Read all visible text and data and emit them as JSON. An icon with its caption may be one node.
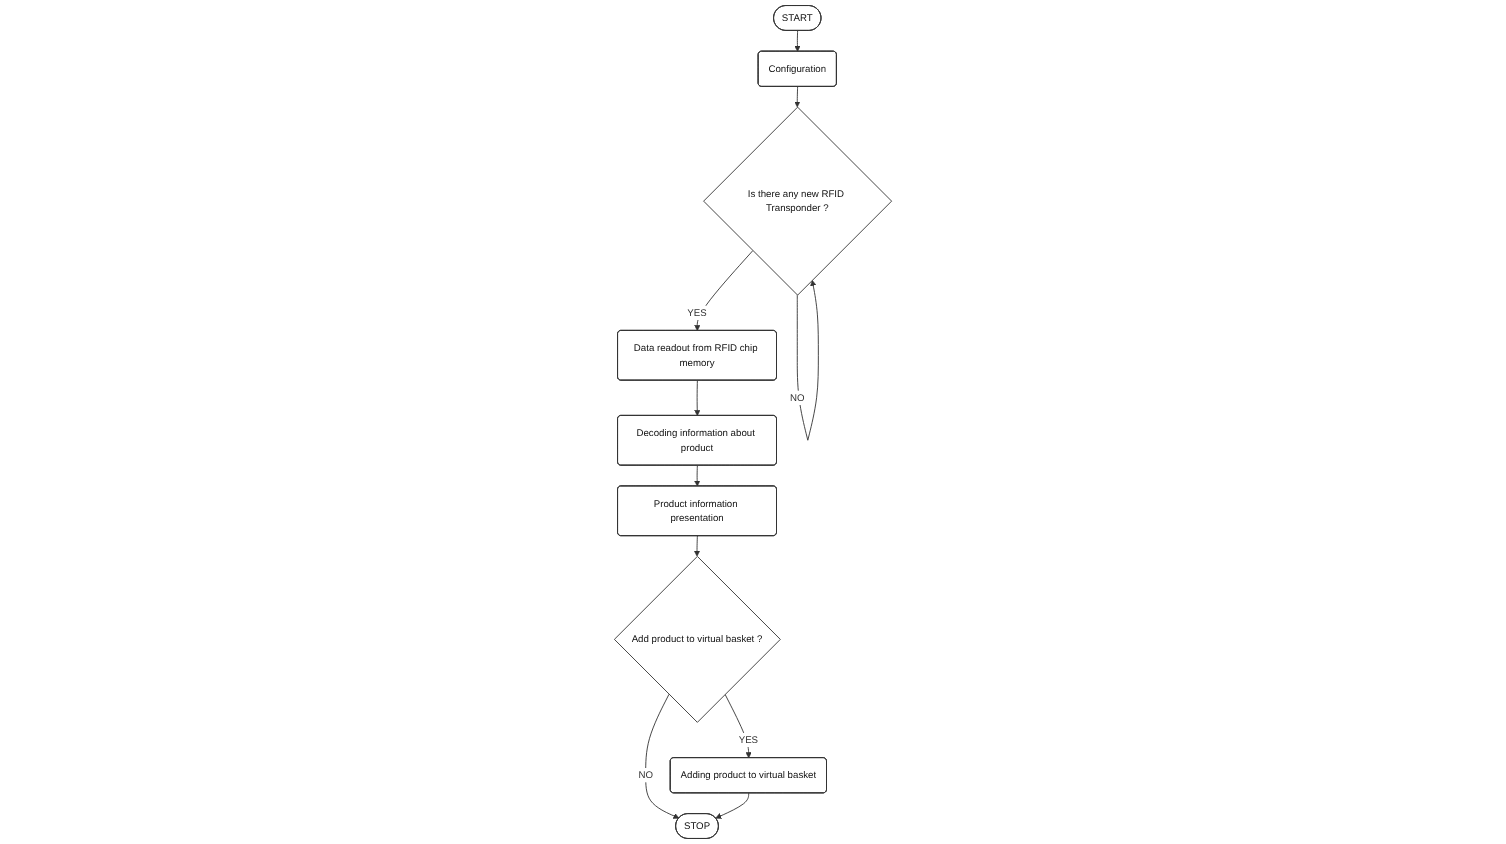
{
  "diagram": {
    "nodes": [
      {
        "text": [
          "START"
        ]
      },
      {
        "text": [
          "Configuration"
        ]
      },
      {
        "text": [
          "Is there any new RFID Transponder ?"
        ]
      },
      {
        "text": [
          "Data readout from RFID chip memory"
        ]
      },
      {
        "text": [
          "Decoding information about product"
        ]
      },
      {
        "text": [
          "Product information presentation"
        ]
      },
      {
        "text": [
          "Add product to virtual basket ?"
        ]
      },
      {
        "text": [
          "Adding product to virtual basket"
        ]
      },
      {
        "text": [
          "STOP"
        ]
      }
    ],
    "edges": [
      {
        "from": 0,
        "to": 1,
        "arrow": "to"
      },
      {
        "from": 1,
        "to": 2,
        "arrow": "to"
      },
      {
        "from": 2,
        "to": 2,
        "arrow": "to",
        "label": "NO"
      },
      {
        "from": 2,
        "to": 3,
        "arrow": "to",
        "label": "YES"
      },
      {
        "from": 3,
        "to": 4,
        "arrow": "to"
      },
      {
        "from": 4,
        "to": 5,
        "arrow": "to"
      },
      {
        "from": 5,
        "to": 6,
        "arrow": "to"
      },
      {
        "from": 6,
        "to": 7,
        "arrow": "to",
        "label": "YES"
      },
      {
        "from": 6,
        "to": 8,
        "arrow": "to",
        "label": "NO"
      },
      {
        "from": 7,
        "to": 8,
        "arrow": "to"
      }
    ]
  }
}
